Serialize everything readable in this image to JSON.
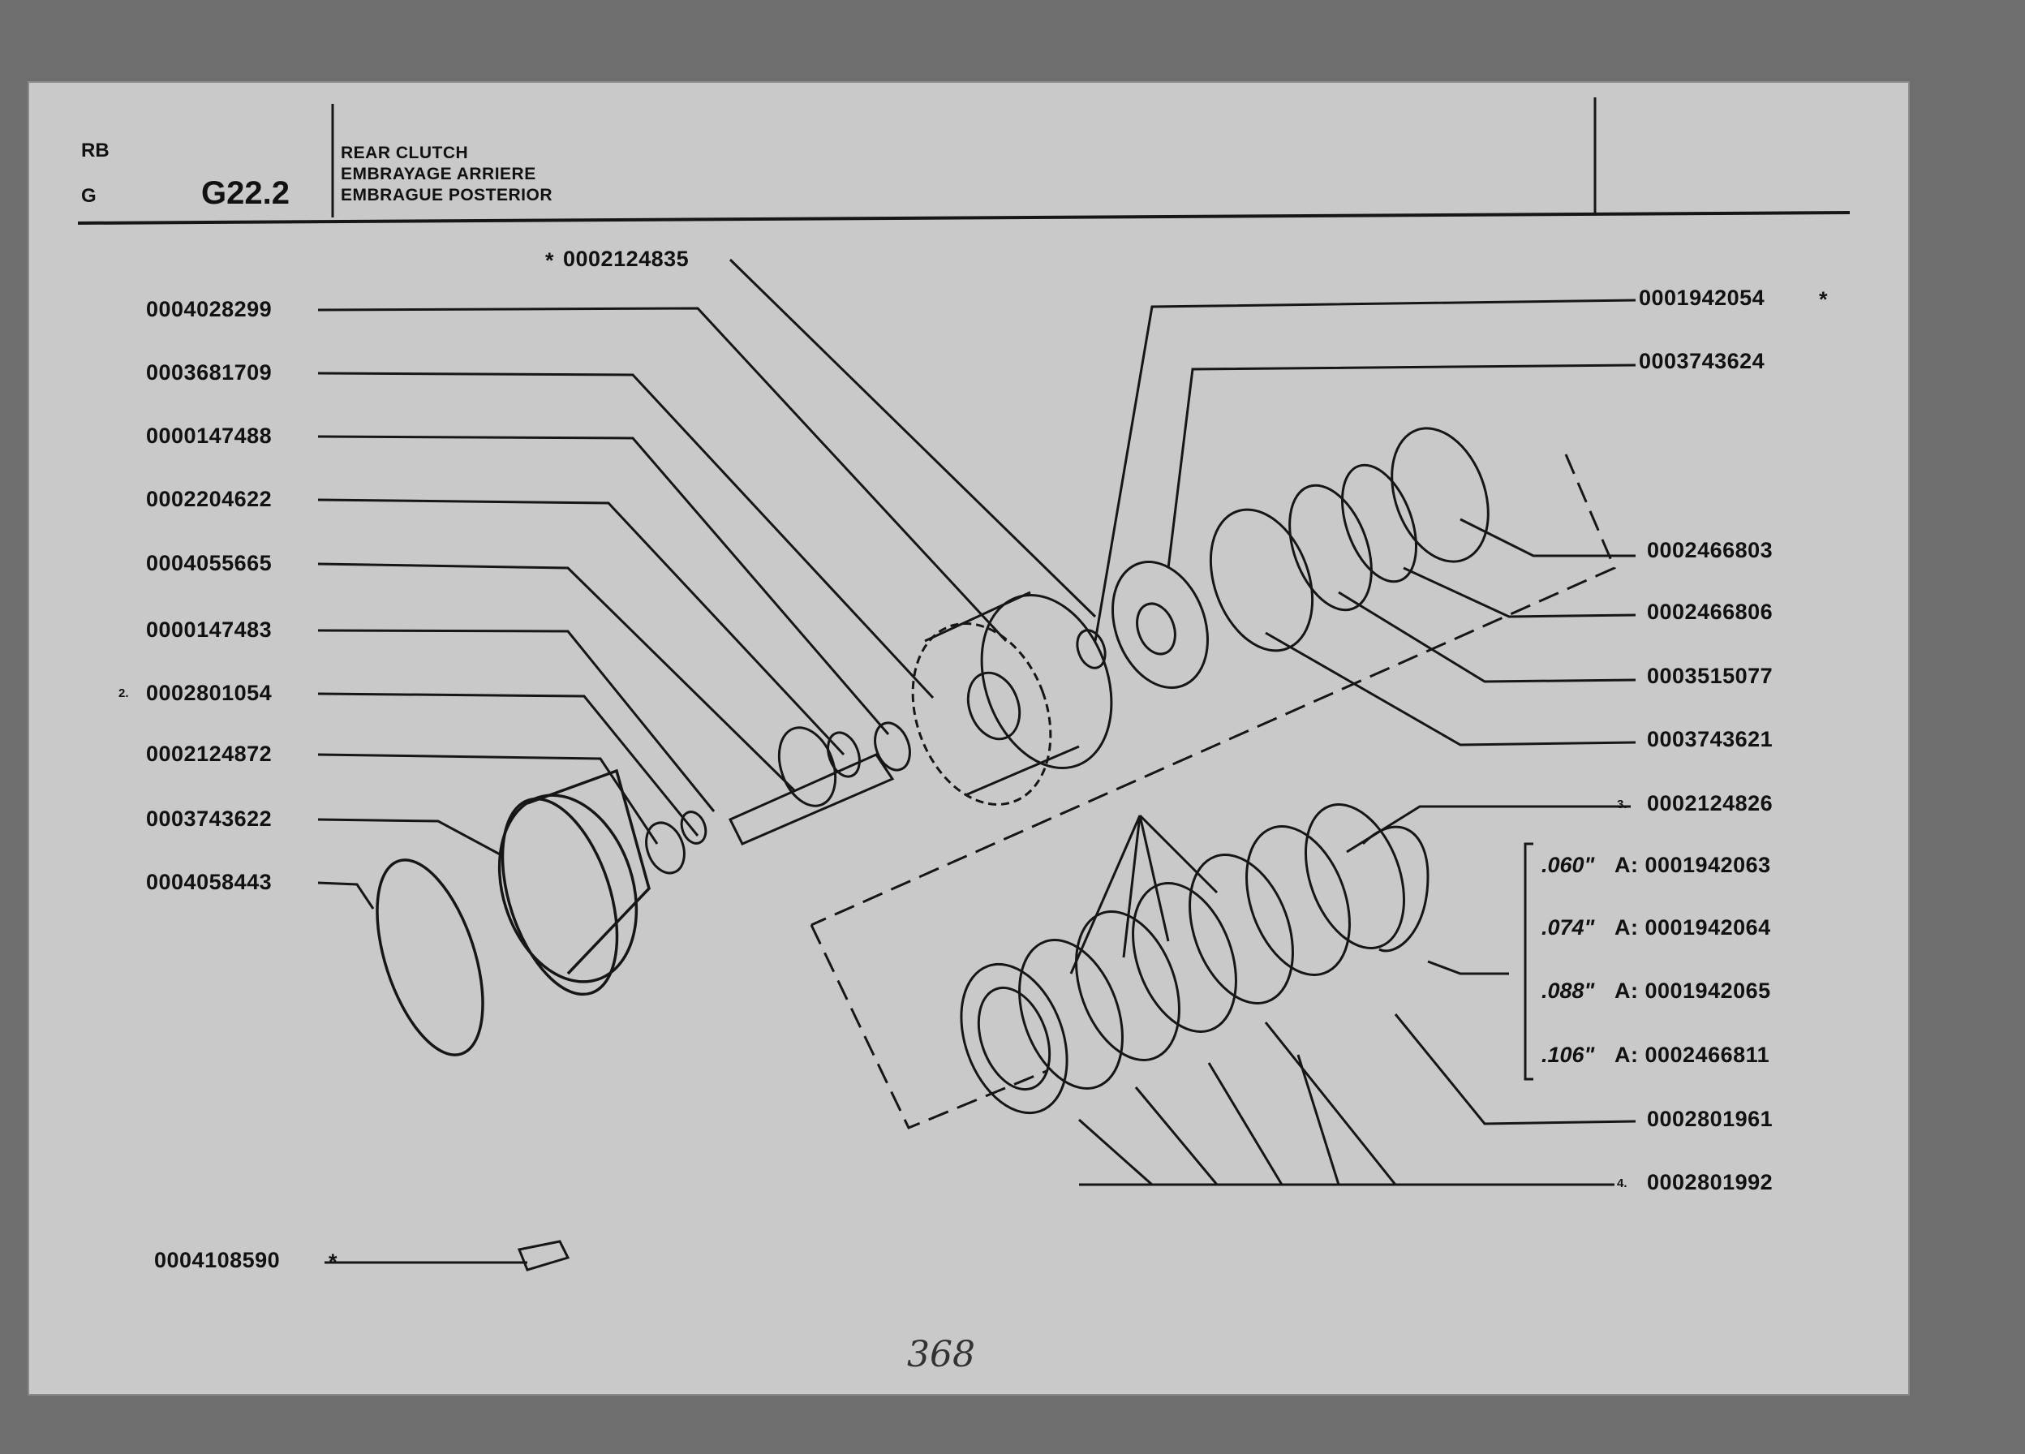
{
  "header": {
    "lang_top": "RB",
    "lang_bottom": "G",
    "ref": "G22.2",
    "title_lines": [
      "REAR CLUTCH",
      "EMBRAYAGE ARRIERE",
      "EMBRAGUE POSTERIOR"
    ]
  },
  "left_parts": [
    "0004028299",
    "0003681709",
    "0000147488",
    "0002204622",
    "0004055665",
    "0000147483",
    "0002801054",
    "0002124872",
    "0003743622",
    "0004058443"
  ],
  "left_prefix_2": "2.",
  "top_part": "0002124835",
  "top_right_parts": [
    "0001942054",
    "0003743624"
  ],
  "asterisk": "*",
  "right_parts": [
    "0002466803",
    "0002466806",
    "0003515077",
    "0003743621"
  ],
  "ref3": {
    "prefix": "3.",
    "code": "0002124826"
  },
  "plate_options": [
    {
      "thickness": ".060\"",
      "code": "A: 0001942063"
    },
    {
      "thickness": ".074\"",
      "code": "A: 0001942064"
    },
    {
      "thickness": ".088\"",
      "code": "A: 0001942065"
    },
    {
      "thickness": ".106\"",
      "code": "A: 0002466811"
    }
  ],
  "bottom_right_parts": [
    "0002801961"
  ],
  "ref4": {
    "prefix": "4.",
    "code": "0002801992"
  },
  "kit_part": "0004108590",
  "page_number": "368"
}
